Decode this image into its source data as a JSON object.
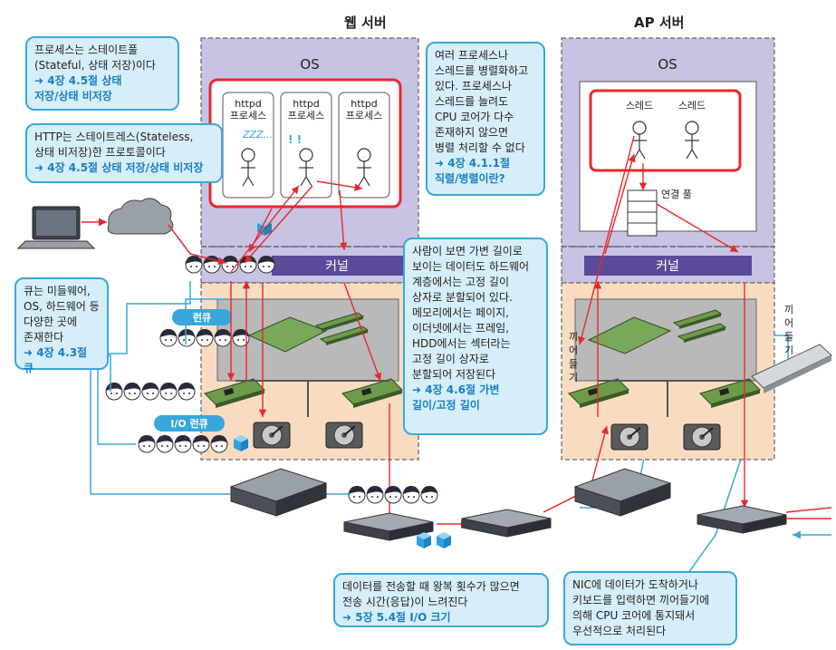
{
  "titles": {
    "web_server": "웹 서버",
    "ap_server": "AP 서버"
  },
  "os_label": "OS",
  "kernel_label": "커널",
  "process_label": "httpd\n프로세스",
  "thread_label": "스레드",
  "zzz": "ZZZ...",
  "connection_pool": "연결 풀",
  "run_queue": "런큐",
  "io_run_queue": "I/O 런큐",
  "interrupt_label": "끼어들기",
  "callouts": {
    "stateful": {
      "text": "프로세스는 스테이트풀\n(Stateful, 상태 저장)이다",
      "ref": "➜ 4장 4.5절 상태\n저장/상태 비저장"
    },
    "stateless": {
      "text": "HTTP는 스테이트레스(Stateless,\n상태 비저장)한 프로토콜이다",
      "ref": "➜ 4장 4.5절 상태 저장/상태 비저장"
    },
    "parallel": {
      "text": "여러 프로세스나\n스레드를 병렬화하고\n있다. 프로세스나\n스레드를 늘려도\nCPU 코어가 다수\n존재하지 않으면\n병렬 처리할 수 없다",
      "ref": "➜ 4장 4.1.1절\n직렬/병렬이란?"
    },
    "queue": {
      "text": "큐는 미들웨어,\nOS, 하드웨어 등\n다양한 곳에\n존재한다",
      "ref": "➜ 4장 4.3절 큐"
    },
    "fixed_length": {
      "text": "사람이 보면 가변 길이로\n보이는 데이터도 하드웨어\n계층에서는 고정 길이\n상자로 분할되어 있다.\n메모리에서는 페이지,\n이더넷에서는 프레임,\nHDD에서는 섹터라는\n고정 길이 상자로\n분할되어 저장된다",
      "ref": "➜ 4장 4.6절 가변\n길이/고정 길이"
    },
    "transfer": {
      "text": "데이터를 전송할 때 왕복 횟수가 많으면\n전송 시간(응답)이 느려진다",
      "ref": "➜ 5장 5.4절 I/O 크기"
    },
    "interrupt": {
      "text": "NIC에 데이터가 도착하거나\n키보드를 입력하면 끼어들기에\n의해 CPU 코어에 통지돼서\n우선적으로 처리된다",
      "ref": ""
    }
  },
  "colors": {
    "os_fill": "#c9c3e3",
    "hw_fill": "#f8dcc2",
    "kernel_fill": "#5b4a9a",
    "red": "#e8282c",
    "callout_fill": "#d6eef9",
    "callout_border": "#3aa7dc",
    "runq_fill": "#3aa7dc"
  }
}
